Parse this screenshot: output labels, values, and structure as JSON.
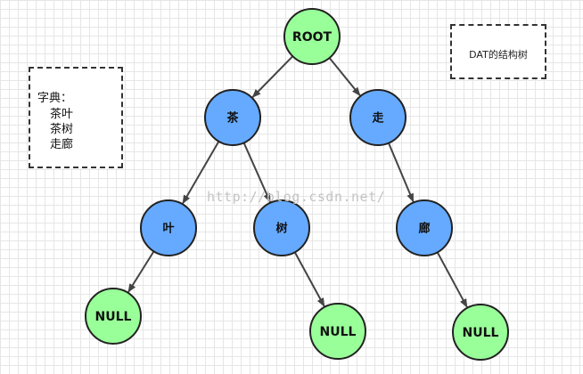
{
  "title": "DAT的结构树",
  "dictionary": {
    "label": "字典：",
    "words": [
      "茶叶",
      "茶树",
      "走廊"
    ]
  },
  "watermark": "http://blog.csdn.net/",
  "colors": {
    "leaf_fill": "#99ff99",
    "inner_fill": "#66aaff",
    "edge": "#444444"
  },
  "tree": {
    "nodes": [
      {
        "id": "root",
        "label": "ROOT",
        "kind": "leaf"
      },
      {
        "id": "cha",
        "label": "茶",
        "kind": "inner"
      },
      {
        "id": "zou",
        "label": "走",
        "kind": "inner"
      },
      {
        "id": "ye",
        "label": "叶",
        "kind": "inner"
      },
      {
        "id": "shu",
        "label": "树",
        "kind": "inner"
      },
      {
        "id": "lang",
        "label": "廊",
        "kind": "inner"
      },
      {
        "id": "null1",
        "label": "NULL",
        "kind": "leaf"
      },
      {
        "id": "null2",
        "label": "NULL",
        "kind": "leaf"
      },
      {
        "id": "null3",
        "label": "NULL",
        "kind": "leaf"
      }
    ],
    "edges": [
      [
        "root",
        "cha"
      ],
      [
        "root",
        "zou"
      ],
      [
        "cha",
        "ye"
      ],
      [
        "cha",
        "shu"
      ],
      [
        "zou",
        "lang"
      ],
      [
        "ye",
        "null1"
      ],
      [
        "shu",
        "null2"
      ],
      [
        "lang",
        "null3"
      ]
    ]
  }
}
